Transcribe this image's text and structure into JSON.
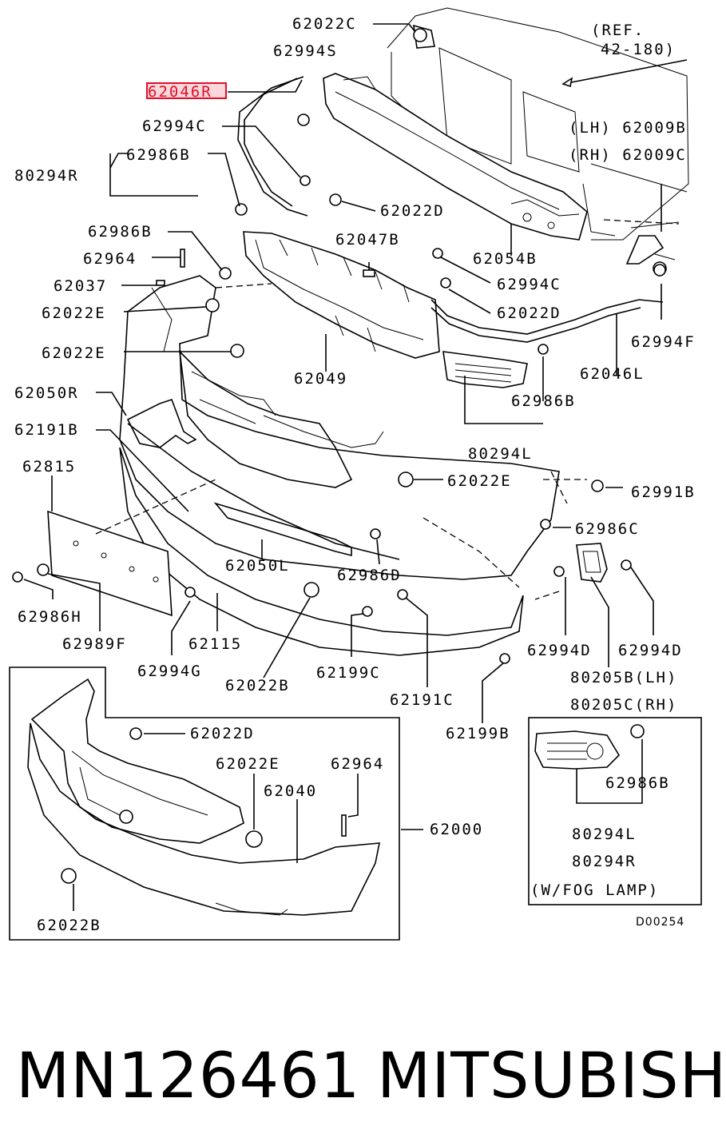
{
  "labels": {
    "ref_1": "(REF.",
    "ref_2": "42-180)",
    "p62022C": "62022C",
    "p62994S": "62994S",
    "p62046R": "62046R",
    "p62994C_top": "62994C",
    "p62986B_1": "62986B",
    "p80294R": "80294R",
    "p62022D_1": "62022D",
    "p62009B": "(LH) 62009B",
    "p62009C": "(RH) 62009C",
    "p62986B_2": "62986B",
    "p62047B": "62047B",
    "p62054B": "62054B",
    "p62964_1": "62964",
    "p62994C_2": "62994C",
    "p62037": "62037",
    "p62022E_1": "62022E",
    "p62022D_2": "62022D",
    "p62994F": "62994F",
    "p62022E_2": "62022E",
    "p62049": "62049",
    "p62046L": "62046L",
    "p62050R": "62050R",
    "p62986B_3": "62986B",
    "p62191B": "62191B",
    "p80294L_1": "80294L",
    "p62815": "62815",
    "p62022E_3": "62022E",
    "p62991B": "62991B",
    "p62986C": "62986C",
    "p62050L": "62050L",
    "p62986D": "62986D",
    "p62986H": "62986H",
    "p62989F": "62989F",
    "p62115": "62115",
    "p62994D_1": "62994D",
    "p62994D_2": "62994D",
    "p62994G": "62994G",
    "p62022B_1": "62022B",
    "p62199C": "62199C",
    "p80205B": "80205B(LH)",
    "p62191C": "62191C",
    "p80205C": "80205C(RH)",
    "p62022D_3": "62022D",
    "p62199B": "62199B",
    "p62022E_4": "62022E",
    "p62964_2": "62964",
    "p62040": "62040",
    "p62986B_4": "62986B",
    "p62000": "62000",
    "p80294L_2": "80294L",
    "p80294R_2": "80294R",
    "fog_note": "(W/FOG LAMP)",
    "p62022B_2": "62022B",
    "diagram_code": "D00254"
  },
  "highlight_color": "#e0102a",
  "footer": {
    "part_number": "MN126461",
    "brand": "MITSUBISHI"
  }
}
